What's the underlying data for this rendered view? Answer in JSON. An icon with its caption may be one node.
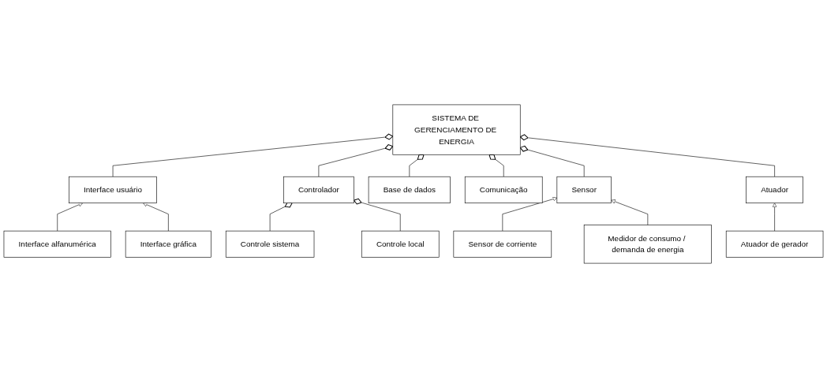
{
  "diagram": {
    "nodes": [
      {
        "text": [
          "SISTEMA DE GERENCIAMENTO DE ENERGIA"
        ]
      },
      {
        "text": [
          "Interface usuário"
        ]
      },
      {
        "text": [
          "Base de dados"
        ]
      },
      {
        "text": [
          "Sensor"
        ]
      },
      {
        "text": [
          "Interface alfanumérica"
        ]
      },
      {
        "text": [
          "Interface gráfica"
        ]
      },
      {
        "text": [
          "Sensor de corriente"
        ]
      },
      {
        "text": [
          "Medidor de consumo / demanda de energia"
        ]
      },
      {
        "text": [
          "Controlador"
        ]
      },
      {
        "text": [
          "Comunicação"
        ]
      },
      {
        "text": [
          "Atuador"
        ]
      },
      {
        "text": [
          "Controle sistema"
        ]
      },
      {
        "text": [
          "Controle local"
        ]
      },
      {
        "text": [
          "Atuador de gerador"
        ]
      }
    ],
    "edges": [
      {
        "from": 1,
        "to": 0,
        "arrow": "other"
      },
      {
        "from": 8,
        "to": 0,
        "arrow": "other"
      },
      {
        "from": 2,
        "to": 0,
        "arrow": "other"
      },
      {
        "from": 9,
        "to": 0,
        "arrow": "other"
      },
      {
        "from": 3,
        "to": 0,
        "arrow": "other"
      },
      {
        "from": 10,
        "to": 0,
        "arrow": "other"
      },
      {
        "from": 4,
        "to": 1,
        "arrow": "to"
      },
      {
        "from": 5,
        "to": 1,
        "arrow": "to"
      },
      {
        "from": 6,
        "to": 3,
        "arrow": "to"
      },
      {
        "from": 7,
        "to": 3,
        "arrow": "to"
      },
      {
        "from": 11,
        "to": 8,
        "arrow": "other"
      },
      {
        "from": 12,
        "to": 8,
        "arrow": "other"
      },
      {
        "from": 13,
        "to": 10,
        "arrow": "to"
      }
    ]
  }
}
